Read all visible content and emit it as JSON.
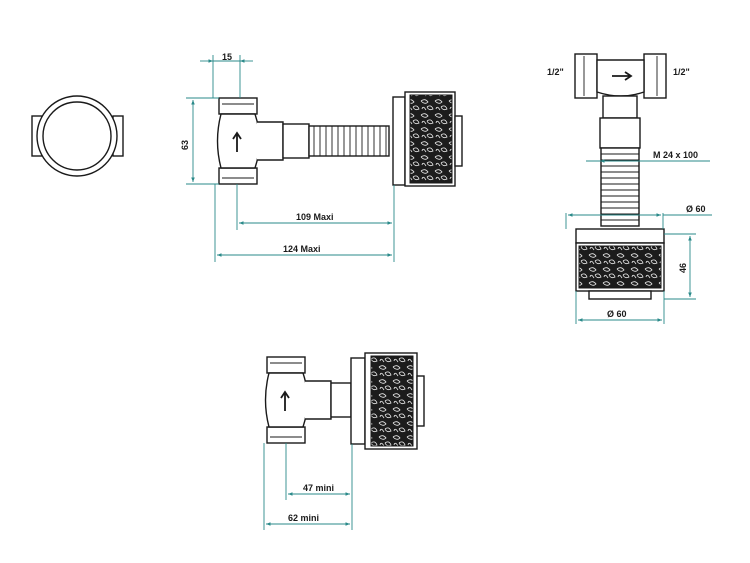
{
  "dimensions": {
    "nut_width": "15",
    "height_63": "63",
    "length_109": "109  Maxi",
    "length_124": "124  Maxi",
    "pipe_left": "1/2\"",
    "pipe_right": "1/2\"",
    "thread": "M  24  x 100",
    "dia_top": "Ø  60",
    "height_46": "46",
    "dia_bottom": "Ø  60",
    "length_47": "47  mini",
    "length_62": "62  mini"
  },
  "colors": {
    "dimension_line": "#2a8a8a",
    "outline": "#1a1a1a",
    "handle_dark": "#1c1c1c"
  }
}
